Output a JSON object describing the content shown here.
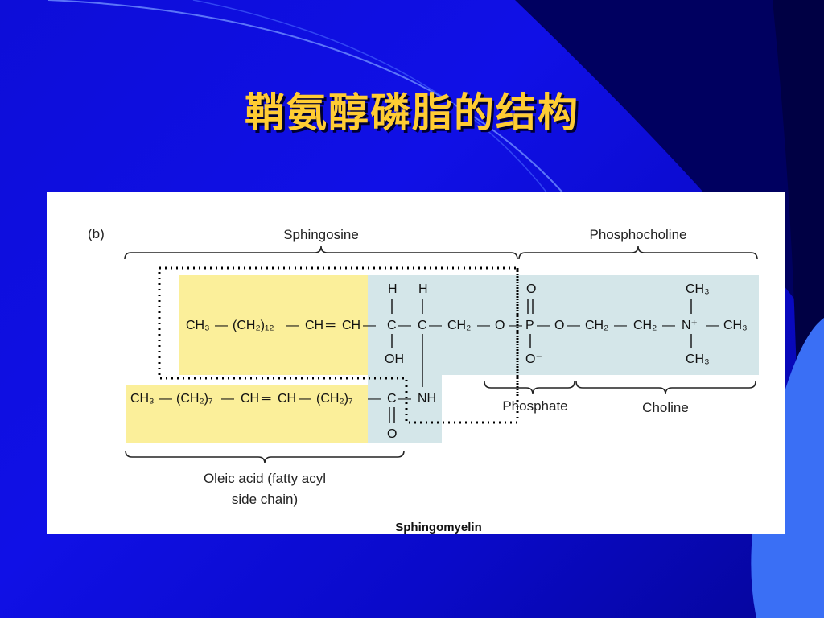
{
  "slide": {
    "title": "鞘氨醇磷脂的结构"
  },
  "figure": {
    "panel_label": "(b)",
    "caption": "Sphingomyelin",
    "groups": {
      "sphingosine": "Sphingosine",
      "phosphocholine": "Phosphocholine",
      "phosphate": "Phosphate",
      "choline": "Choline",
      "oleic_line1": "Oleic acid (fatty acyl",
      "oleic_line2": "side chain)"
    },
    "atoms": {
      "H": "H",
      "OH": "OH",
      "O": "O",
      "O_minus": "O⁻",
      "C": "C",
      "P": "P",
      "N_plus": "N⁺",
      "NH": "NH",
      "CH3": "CH₃",
      "CH2": "CH₂",
      "CH": "CH",
      "CH2_12": "(CH₂)₁₂",
      "CH2_7": "(CH₂)₇",
      "dash": "—",
      "dbl": "═"
    },
    "colors": {
      "yellow_region": "#fbef9a",
      "blue_region": "#d4e6e9",
      "title_gold": "#ffcc33"
    }
  }
}
